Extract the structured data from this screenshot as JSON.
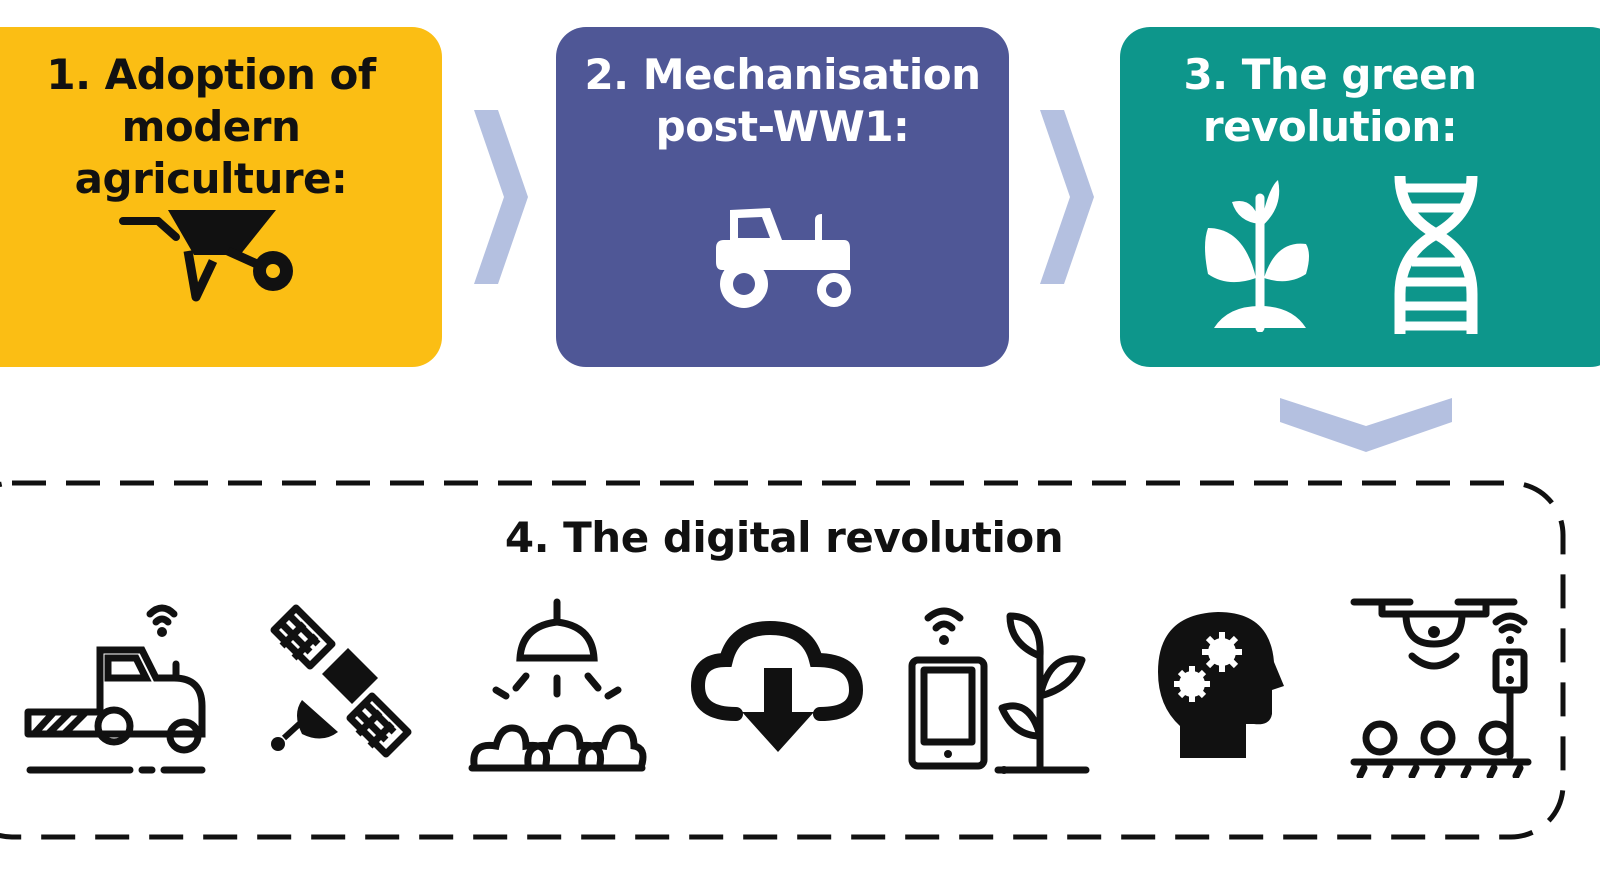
{
  "colors": {
    "stage1": "#FBBE14",
    "stage2": "#4F5796",
    "stage3": "#0D968B",
    "arrow": "#B4C0E0",
    "ink": "#111111"
  },
  "stages": [
    {
      "title_lines": [
        "1. Adoption of",
        "modern agriculture:"
      ],
      "icons": [
        "wheelbarrow-icon"
      ]
    },
    {
      "title_lines": [
        "2. Mechanisation",
        "post-WW1:"
      ],
      "icons": [
        "tractor-icon"
      ]
    },
    {
      "title_lines": [
        "3. The green",
        "revolution:"
      ],
      "icons": [
        "plant-icon",
        "dna-icon"
      ]
    }
  ],
  "digital_revolution": {
    "title": "4. The digital revolution",
    "icons": [
      "smart-harvester-icon",
      "satellite-icon",
      "grow-light-icon",
      "cloud-download-icon",
      "smartphone-plant-icon",
      "ai-head-gears-icon",
      "drone-conveyor-icon"
    ]
  }
}
